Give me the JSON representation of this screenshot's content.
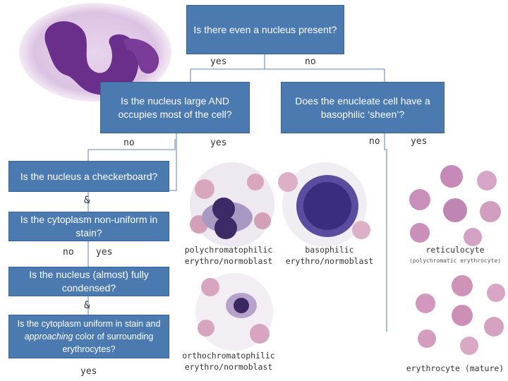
{
  "top_question": "Is there even a nucleus present?",
  "top_answers": {
    "yes": "yes",
    "no": "no"
  },
  "q_nucleus_large": "Is the nucleus large AND occupies most of the cell?",
  "q_basophilic": "Does the enucleate cell have a basophilic ‘sheen’?",
  "large_answers": {
    "no": "no",
    "yes": "yes"
  },
  "basophilic_answers": {
    "no": "no",
    "yes": "yes"
  },
  "q_checkerboard": "Is the nucleus a checkerboard?",
  "amp1": "&",
  "q_cytoplasm_nonuniform": "Is the cytoplasm non-uniform in stain?",
  "nonuniform_answers": {
    "no": "no",
    "yes": "yes"
  },
  "q_condensed": "Is the nucleus (almost) fully condensed?",
  "amp2": "&",
  "q_cytoplasm_uniform": {
    "before": "Is the cytoplasm uniform in stain and ",
    "emphasis": "approaching",
    "after": " color of surrounding erythrocytes?"
  },
  "final_yes": "yes",
  "labels": {
    "polychromatophilic": [
      "polychromatophilic",
      "erythro/normoblast"
    ],
    "basophilic": [
      "basophilic",
      "erythro/normoblast"
    ],
    "reticulocyte": "reticulocyte",
    "reticulocyte_note": "(polychromatic erythrocyte)",
    "orthochromatophilic": [
      "orthochromatophilic",
      "erythro/normoblast"
    ],
    "erythrocyte": "erythrocyte (mature)"
  },
  "colors": {
    "box": "#4a7ab0",
    "line": "#7f9dc0",
    "text": "#333333"
  }
}
